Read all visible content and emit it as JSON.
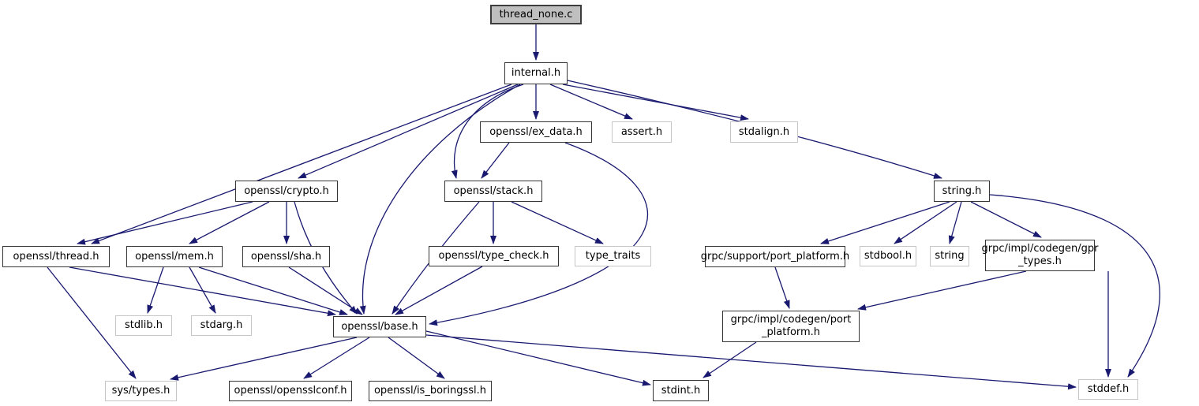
{
  "diagram": {
    "kind": "include-dependency-graph",
    "root_file": "thread_none.c",
    "edge_color": "#191970",
    "root_fill": "#bfbfbf",
    "node_fill": "#ffffff",
    "linked_border": "#353535",
    "external_border": "#c6c6c6",
    "text_color": "#000000"
  },
  "nodes": [
    {
      "id": "thread_none_c",
      "label": "thread_none.c",
      "kind": "root"
    },
    {
      "id": "internal_h",
      "label": "internal.h",
      "kind": "linked"
    },
    {
      "id": "ex_data",
      "label": "openssl/ex_data.h",
      "kind": "linked"
    },
    {
      "id": "assert",
      "label": "assert.h",
      "kind": "external"
    },
    {
      "id": "stdalign",
      "label": "stdalign.h",
      "kind": "external"
    },
    {
      "id": "crypto",
      "label": "openssl/crypto.h",
      "kind": "linked"
    },
    {
      "id": "stack",
      "label": "openssl/stack.h",
      "kind": "linked"
    },
    {
      "id": "string_h",
      "label": "string.h",
      "kind": "linked"
    },
    {
      "id": "thread",
      "label": "openssl/thread.h",
      "kind": "linked"
    },
    {
      "id": "mem",
      "label": "openssl/mem.h",
      "kind": "linked"
    },
    {
      "id": "sha",
      "label": "openssl/sha.h",
      "kind": "linked"
    },
    {
      "id": "type_check",
      "label": "openssl/type_check.h",
      "kind": "linked"
    },
    {
      "id": "type_traits",
      "label": "type_traits",
      "kind": "external"
    },
    {
      "id": "support_port_platform",
      "label": "grpc/support/port_platform.h",
      "kind": "linked"
    },
    {
      "id": "stdbool",
      "label": "stdbool.h",
      "kind": "external"
    },
    {
      "id": "string_node",
      "label": "string",
      "kind": "external"
    },
    {
      "id": "gpr_types",
      "label": "grpc/impl/codegen/gpr\n_types.h",
      "kind": "linked"
    },
    {
      "id": "stdlib",
      "label": "stdlib.h",
      "kind": "external"
    },
    {
      "id": "stdarg",
      "label": "stdarg.h",
      "kind": "external"
    },
    {
      "id": "base",
      "label": "openssl/base.h",
      "kind": "linked"
    },
    {
      "id": "codegen_port_platform",
      "label": "grpc/impl/codegen/port\n_platform.h",
      "kind": "linked"
    },
    {
      "id": "sys_types",
      "label": "sys/types.h",
      "kind": "external"
    },
    {
      "id": "opensslconf",
      "label": "openssl/opensslconf.h",
      "kind": "linked"
    },
    {
      "id": "is_boringssl",
      "label": "openssl/is_boringssl.h",
      "kind": "linked"
    },
    {
      "id": "stdint",
      "label": "stdint.h",
      "kind": "linked"
    },
    {
      "id": "stddef",
      "label": "stddef.h",
      "kind": "external"
    }
  ],
  "edges": [
    {
      "from": "thread_none_c",
      "to": "internal_h"
    },
    {
      "from": "internal_h",
      "to": "thread"
    },
    {
      "from": "internal_h",
      "to": "crypto"
    },
    {
      "from": "internal_h",
      "to": "ex_data"
    },
    {
      "from": "internal_h",
      "to": "stack"
    },
    {
      "from": "internal_h",
      "to": "assert"
    },
    {
      "from": "internal_h",
      "to": "stdalign"
    },
    {
      "from": "internal_h",
      "to": "string_h"
    },
    {
      "from": "internal_h",
      "to": "base"
    },
    {
      "from": "ex_data",
      "to": "stack"
    },
    {
      "from": "ex_data",
      "to": "base"
    },
    {
      "from": "crypto",
      "to": "thread"
    },
    {
      "from": "crypto",
      "to": "mem"
    },
    {
      "from": "crypto",
      "to": "sha"
    },
    {
      "from": "crypto",
      "to": "base"
    },
    {
      "from": "stack",
      "to": "type_check"
    },
    {
      "from": "stack",
      "to": "type_traits"
    },
    {
      "from": "stack",
      "to": "base"
    },
    {
      "from": "thread",
      "to": "sys_types"
    },
    {
      "from": "thread",
      "to": "base"
    },
    {
      "from": "mem",
      "to": "stdlib"
    },
    {
      "from": "mem",
      "to": "stdarg"
    },
    {
      "from": "mem",
      "to": "base"
    },
    {
      "from": "sha",
      "to": "base"
    },
    {
      "from": "type_check",
      "to": "base"
    },
    {
      "from": "string_h",
      "to": "support_port_platform"
    },
    {
      "from": "string_h",
      "to": "stdbool"
    },
    {
      "from": "string_h",
      "to": "string_node"
    },
    {
      "from": "string_h",
      "to": "gpr_types"
    },
    {
      "from": "string_h",
      "to": "stddef"
    },
    {
      "from": "support_port_platform",
      "to": "codegen_port_platform"
    },
    {
      "from": "gpr_types",
      "to": "codegen_port_platform"
    },
    {
      "from": "gpr_types",
      "to": "stddef"
    },
    {
      "from": "codegen_port_platform",
      "to": "stdint"
    },
    {
      "from": "base",
      "to": "sys_types"
    },
    {
      "from": "base",
      "to": "opensslconf"
    },
    {
      "from": "base",
      "to": "is_boringssl"
    },
    {
      "from": "base",
      "to": "stdint"
    },
    {
      "from": "base",
      "to": "stddef"
    }
  ]
}
